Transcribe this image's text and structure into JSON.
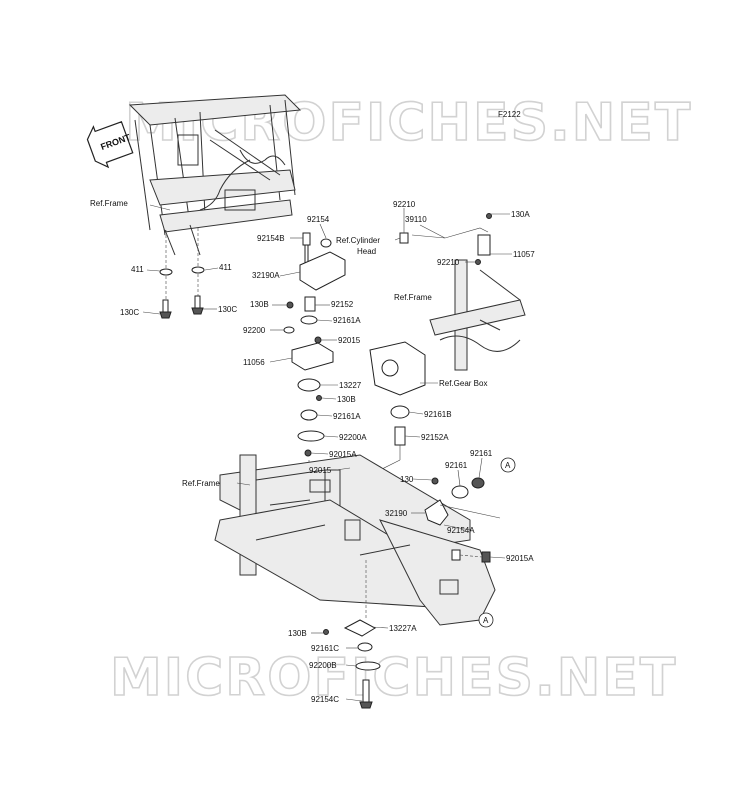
{
  "figure_code": "F2122",
  "watermarks": [
    "MICROFICHES.NET",
    "MICROFICHES.NET"
  ],
  "front_arrow": "FRONT",
  "labels": {
    "ref_frame_1": "Ref.Frame",
    "p411_l": "411",
    "p411_r": "411",
    "p130c_l": "130C",
    "p130c_r": "130C",
    "p92154": "92154",
    "p92154b": "92154B",
    "p32190a": "32190A",
    "p130b_1": "130B",
    "p92152": "92152",
    "p92200": "92200",
    "p92161a_1": "92161A",
    "p92015": "92015",
    "p11056": "11056",
    "p13227": "13227",
    "p130b_2": "130B",
    "p92161a_2": "92161A",
    "p92200a": "92200A",
    "p92015a_1": "92015A",
    "p92015_2": "92015",
    "ref_cylinder_1": "Ref.Cylinder",
    "ref_cylinder_2": "Head",
    "p92210_1": "92210",
    "p39110": "39110",
    "p130a": "130A",
    "p92210_2": "92210",
    "p11057": "11057",
    "ref_frame_2": "Ref.Frame",
    "ref_gearbox": "Ref.Gear Box",
    "p92161b": "92161B",
    "p92152a": "92152A",
    "ref_frame_3": "Ref.Frame",
    "p130": "130",
    "p92161_1": "92161",
    "p92161_2": "92161",
    "callout_a_1": "A",
    "p32190": "32190",
    "p92154a": "92154A",
    "p92015a_2": "92015A",
    "callout_a_2": "A",
    "p130b_3": "130B",
    "p13227a": "13227A",
    "p92161c": "92161C",
    "p92200b": "92200B",
    "p92154c": "92154C"
  }
}
